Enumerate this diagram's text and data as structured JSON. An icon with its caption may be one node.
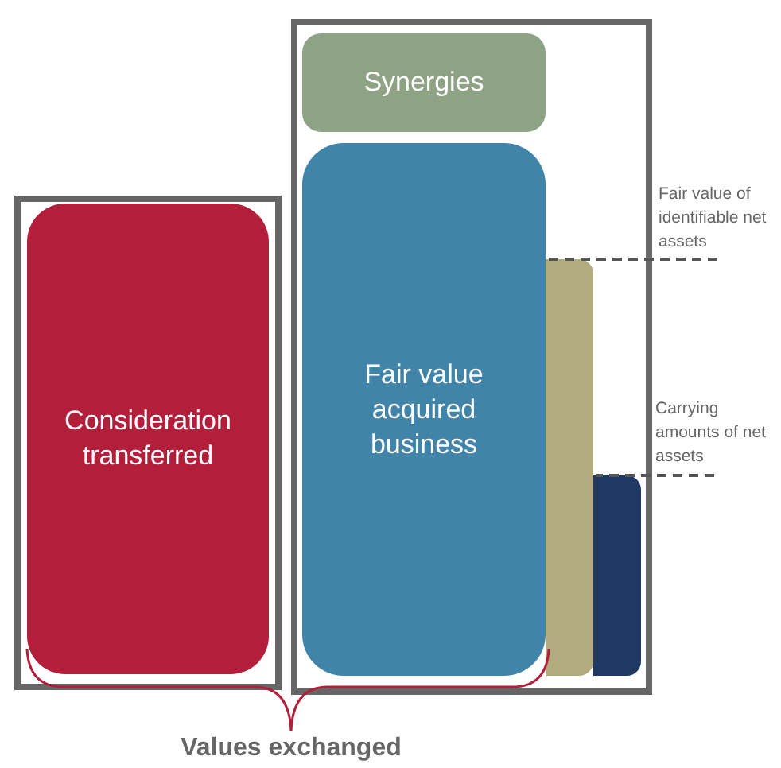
{
  "diagram": {
    "nodes": [
      {
        "text": [],
        "shape": "box"
      },
      {
        "text": [
          "Consideration transferred"
        ],
        "in": 0
      },
      {
        "text": [],
        "shape": "box"
      },
      {
        "text": [
          "Synergies"
        ],
        "in": 2
      },
      {
        "text": [
          "Fair value acquired business"
        ],
        "in": 2
      },
      {
        "text": [],
        "shape": "bar",
        "in": 2
      },
      {
        "text": [],
        "shape": "bar",
        "in": 2
      },
      {
        "text": [
          "Fair value of identifiable net assets"
        ]
      },
      {
        "text": [
          "Carrying amounts of net assets"
        ]
      }
    ],
    "edges": [
      {
        "from": 7,
        "to": 5,
        "arrow": "none",
        "style": "dashed"
      },
      {
        "from": 8,
        "to": 6,
        "arrow": "none",
        "style": "dashed"
      }
    ],
    "labels": [
      "Values exchanged"
    ]
  }
}
